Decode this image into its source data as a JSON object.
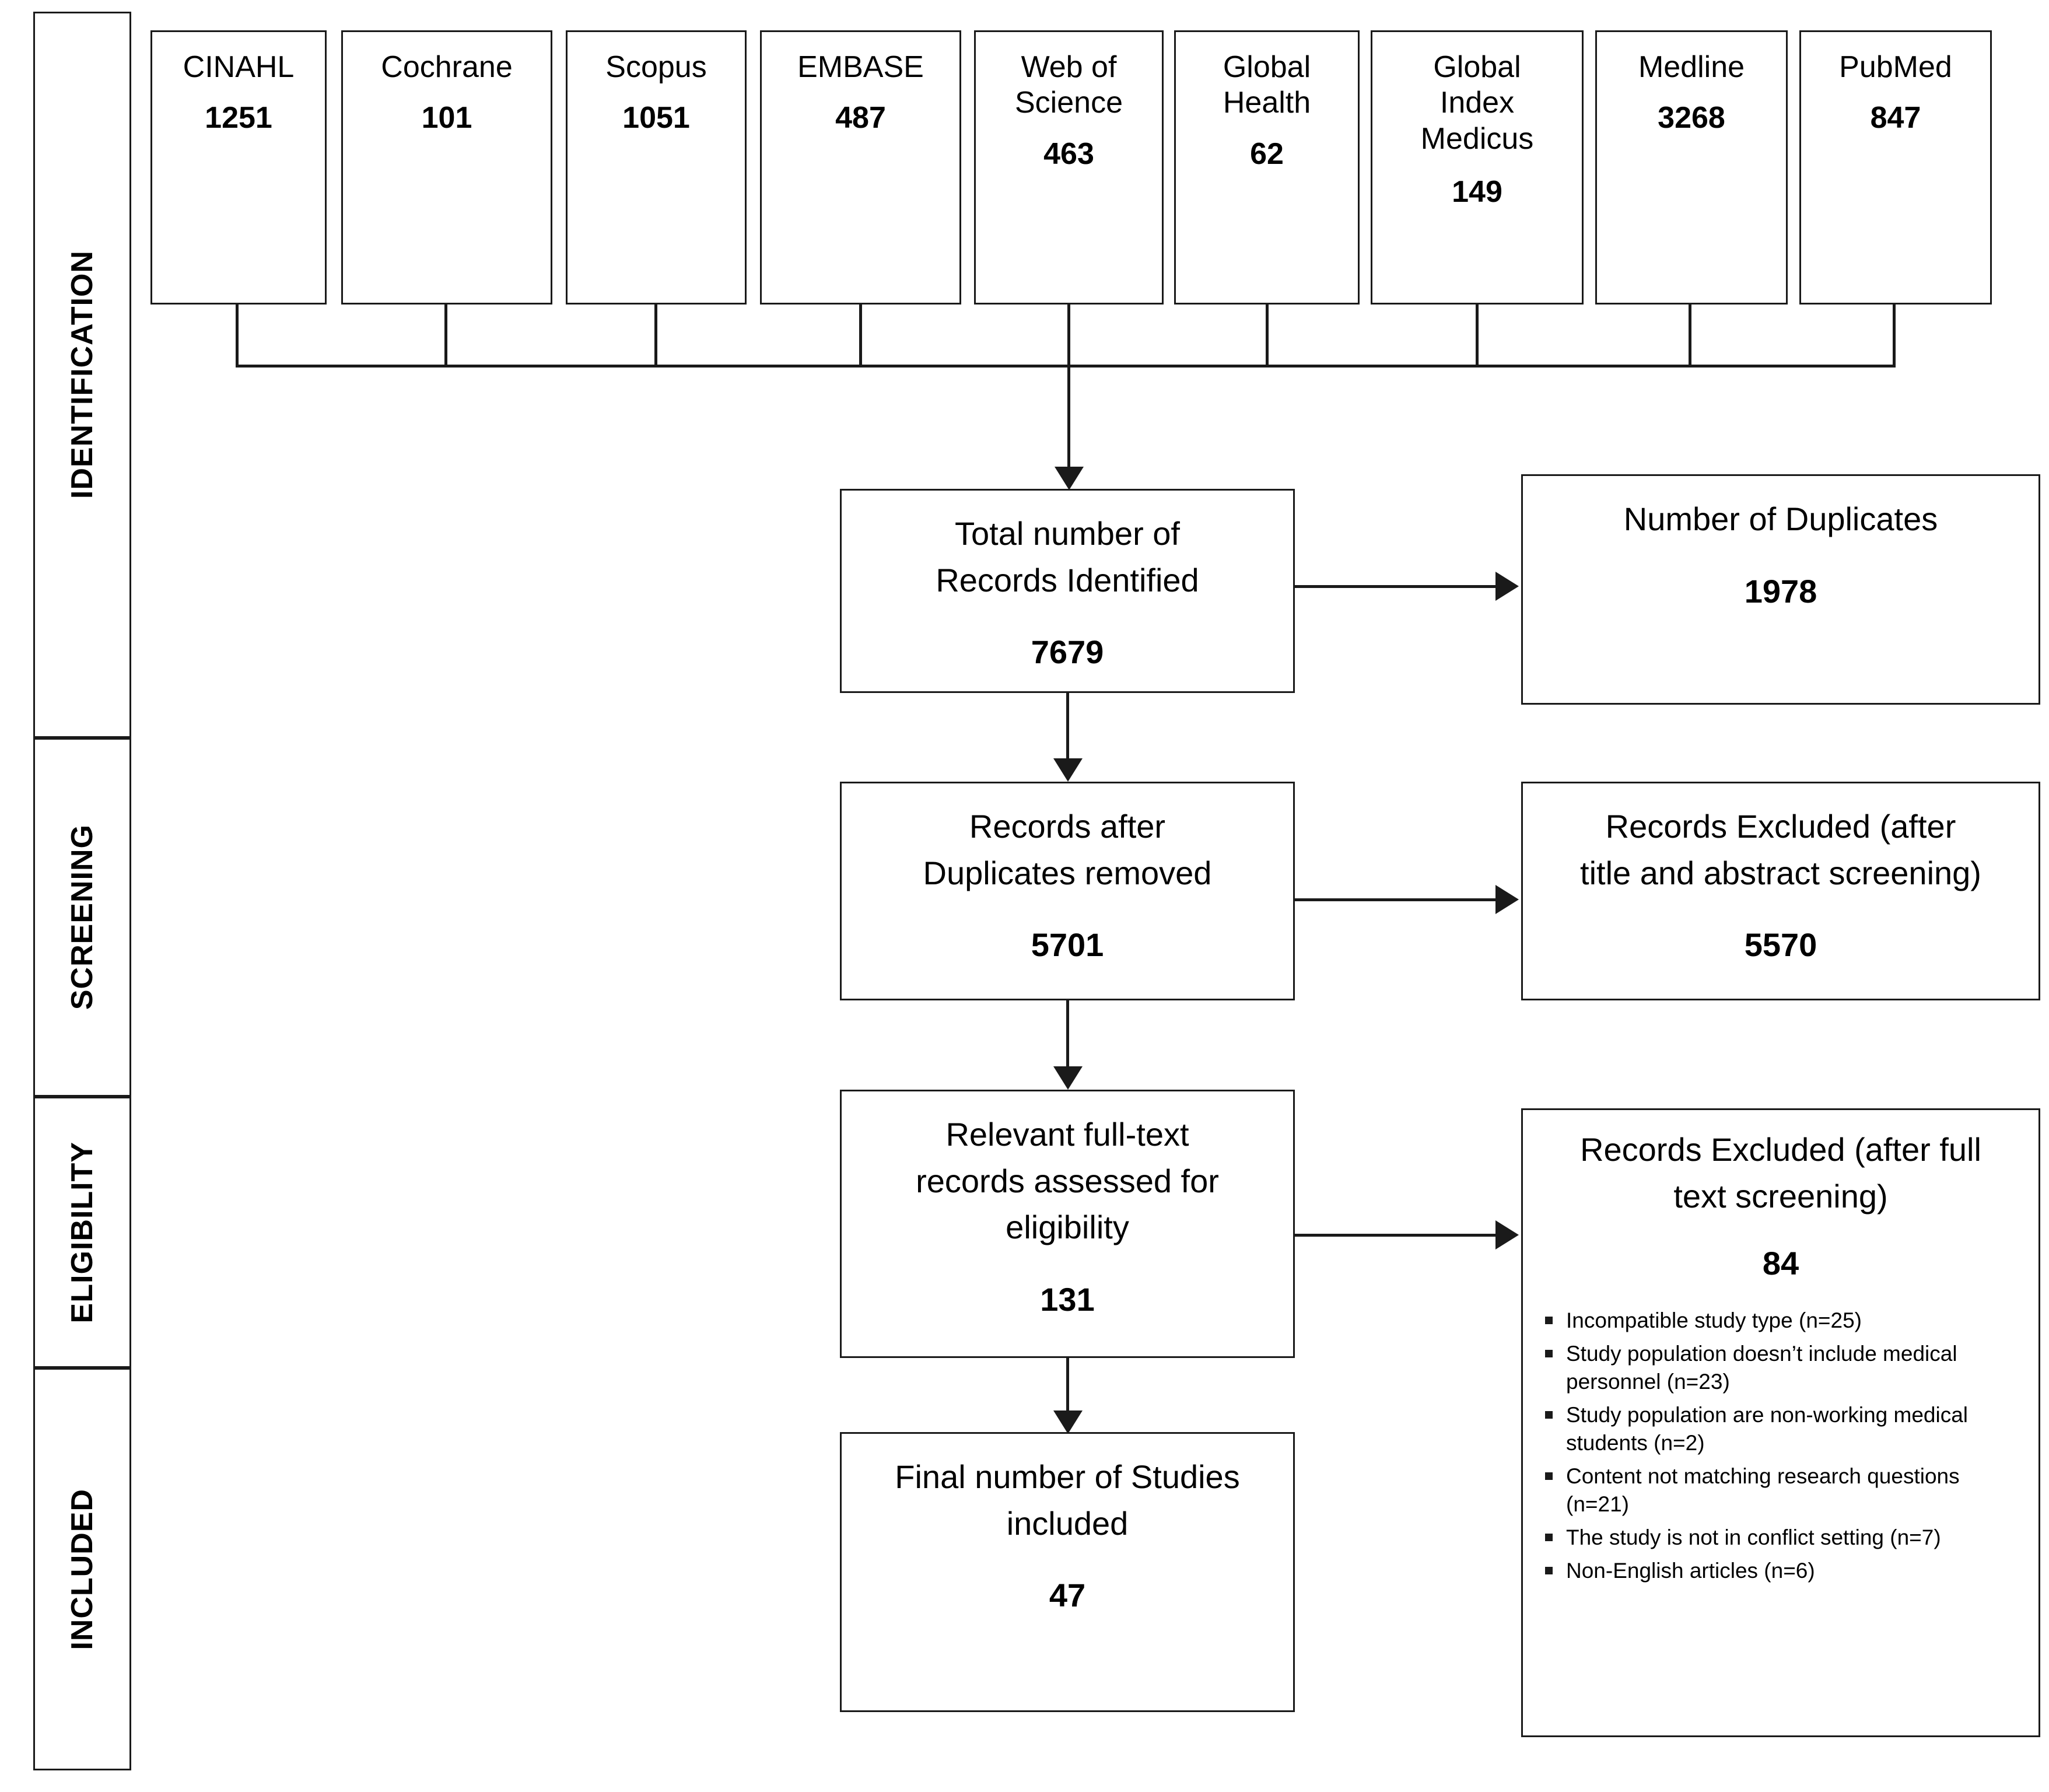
{
  "phases": [
    {
      "label": "IDENTIFICATION"
    },
    {
      "label": "SCREENING"
    },
    {
      "label": "ELIGIBILITY"
    },
    {
      "label": "INCLUDED"
    }
  ],
  "sources": [
    {
      "name": "CINAHL",
      "count": "1251"
    },
    {
      "name": "Cochrane",
      "count": "101"
    },
    {
      "name": "Scopus",
      "count": "1051"
    },
    {
      "name": "EMBASE",
      "count": "487"
    },
    {
      "name": "Web of\nScience",
      "count": "463"
    },
    {
      "name": "Global\nHealth",
      "count": "62"
    },
    {
      "name": "Global\nIndex\nMedicus",
      "count": "149"
    },
    {
      "name": "Medline",
      "count": "3268"
    },
    {
      "name": "PubMed",
      "count": "847"
    }
  ],
  "flow": {
    "identified": {
      "title": "Total number of\nRecords Identified",
      "count": "7679"
    },
    "duplicates": {
      "title": "Number of Duplicates",
      "count": "1978"
    },
    "after_duplicates": {
      "title": "Records after\nDuplicates removed",
      "count": "5701"
    },
    "excluded_title_abstract": {
      "title": "Records Excluded (after\ntitle and abstract screening)",
      "count": "5570"
    },
    "fulltext_assessed": {
      "title": "Relevant full-text\nrecords assessed for\neligibility",
      "count": "131"
    },
    "excluded_fulltext": {
      "title": "Records Excluded (after full\ntext screening)",
      "count": "84",
      "reasons": [
        "Incompatible study type (n=25)",
        "Study population doesn’t include medical personnel (n=23)",
        "Study population are non-working medical students (n=2)",
        "Content not matching research questions (n=21)",
        "The study is not in conflict setting (n=7)",
        "Non-English articles (n=6)"
      ]
    },
    "included": {
      "title": "Final number of Studies\nincluded",
      "count": "47"
    }
  },
  "colors": {
    "stroke": "#1a1a1a",
    "background": "#ffffff"
  }
}
